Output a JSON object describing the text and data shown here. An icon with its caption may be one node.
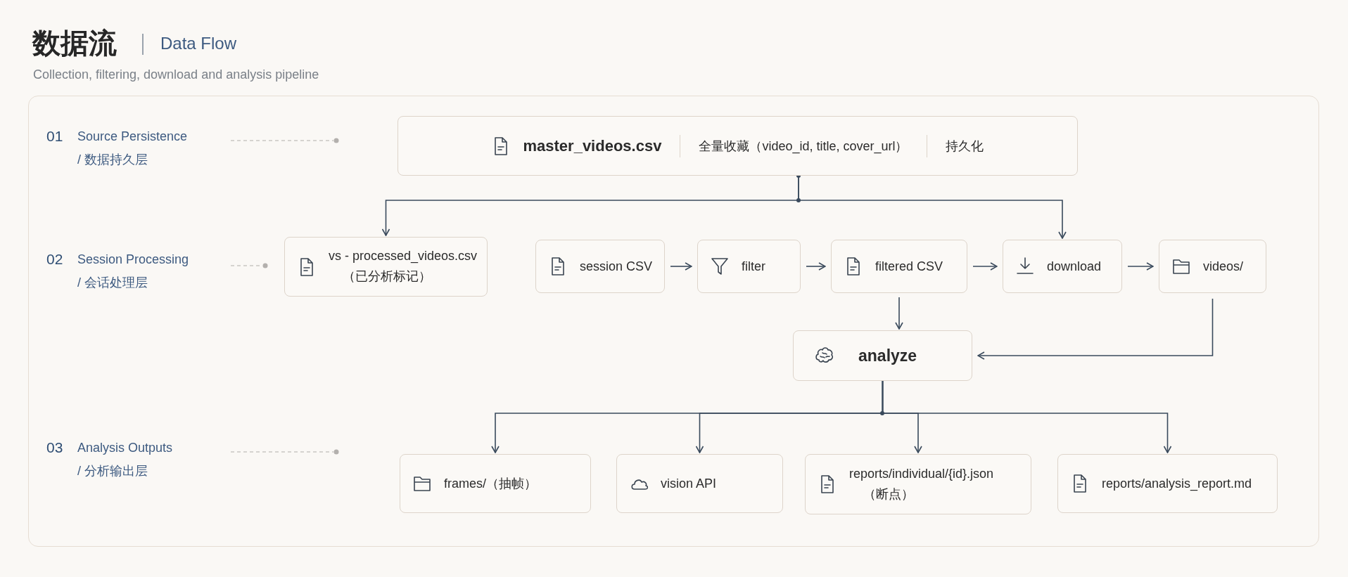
{
  "diagram": {
    "title": "数据流",
    "nodes": [
      {
        "text": [
          "master_videos.csv",
          "全量收藏（video_id, title, cover_url）",
          "持久化"
        ]
      },
      {
        "text": [
          "vs - processed_videos.csv",
          "（已分析标记）"
        ]
      },
      {
        "text": [
          "session CSV"
        ]
      },
      {
        "text": [
          "filter"
        ]
      },
      {
        "text": [
          "filtered CSV"
        ]
      },
      {
        "text": [
          "download"
        ]
      },
      {
        "text": [
          "videos/"
        ]
      },
      {
        "text": [
          "analyze"
        ]
      },
      {
        "text": [
          "frames/（抽帧）"
        ]
      },
      {
        "text": [
          "vision API"
        ]
      },
      {
        "text": [
          "reports/individual/{id}.json",
          "（断点）"
        ]
      },
      {
        "text": [
          "reports/analysis_report.md"
        ]
      }
    ],
    "edges": [
      {
        "from": 0,
        "to": 1,
        "arrow": "to"
      },
      {
        "from": 0,
        "to": 5,
        "arrow": "to"
      },
      {
        "from": 2,
        "to": 3,
        "arrow": "to"
      },
      {
        "from": 3,
        "to": 4,
        "arrow": "to"
      },
      {
        "from": 4,
        "to": 5,
        "arrow": "to"
      },
      {
        "from": 5,
        "to": 6,
        "arrow": "to"
      },
      {
        "from": 4,
        "to": 7,
        "arrow": "to"
      },
      {
        "from": 6,
        "to": 7,
        "arrow": "to"
      },
      {
        "from": 7,
        "to": 8,
        "arrow": "to"
      },
      {
        "from": 7,
        "to": 9,
        "arrow": "to"
      },
      {
        "from": 7,
        "to": 10,
        "arrow": "to"
      },
      {
        "from": 7,
        "to": 11,
        "arrow": "to"
      }
    ],
    "labels": [
      "Data Flow",
      "Collection, filtering, download and analysis pipeline",
      "01",
      "Source Persistence",
      "/ 数据持久层",
      "02",
      "Session Processing",
      "/ 会话处理层",
      "03",
      "Analysis Outputs",
      "/ 分析输出层"
    ]
  }
}
